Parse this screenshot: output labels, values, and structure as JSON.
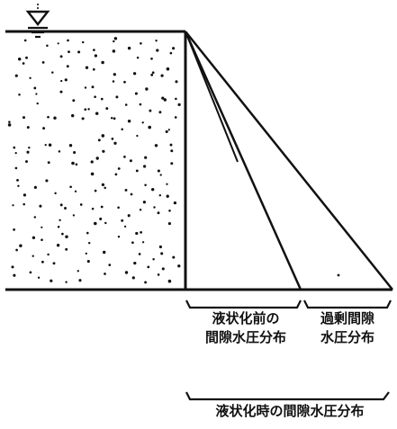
{
  "diagram": {
    "labels": {
      "pre_liquefaction_line1": "液状化前の",
      "pre_liquefaction_line2": "間隙水圧分布",
      "excess_line1": "過剰間隙",
      "excess_line2": "水圧分布",
      "during_liquefaction": "液状化時の間隙水圧分布"
    },
    "colors": {
      "ink": "#111111",
      "background": "#ffffff"
    },
    "symbols": {
      "water_level": "water-level-triangle-icon"
    }
  }
}
